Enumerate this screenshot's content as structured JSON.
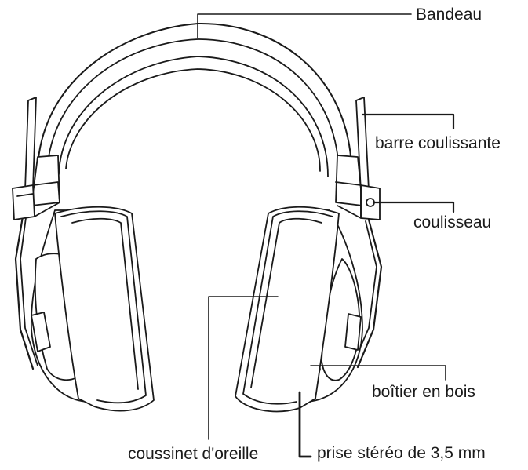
{
  "labels": {
    "headband": "Bandeau",
    "slide_bar": "barre coulissante",
    "slider": "coulisseau",
    "wood_case": "boîtier en bois",
    "ear_cushion": "coussinet d'oreille",
    "stereo_jack": "prise stéréo de 3,5 mm"
  },
  "colors": {
    "line": "#1a1a1a",
    "pad_fill": "#e8e8e8",
    "background": "#ffffff"
  }
}
